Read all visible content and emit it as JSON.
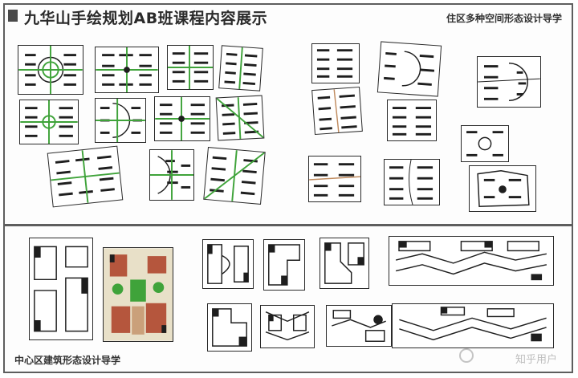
{
  "header": {
    "title": "九华山手绘规划AB班课程内容展示",
    "subtitle": "住区多种空间形态设计导学"
  },
  "bottom_section": {
    "caption": "中心区建筑形态设计导学"
  },
  "watermark": {
    "text": "知乎用户"
  },
  "colors": {
    "frame": "#5e5e5e",
    "ink": "#1e1e1e",
    "green_overlay": "#3fa33a",
    "brick": "#b5563d",
    "plaza": "#caa07a"
  }
}
